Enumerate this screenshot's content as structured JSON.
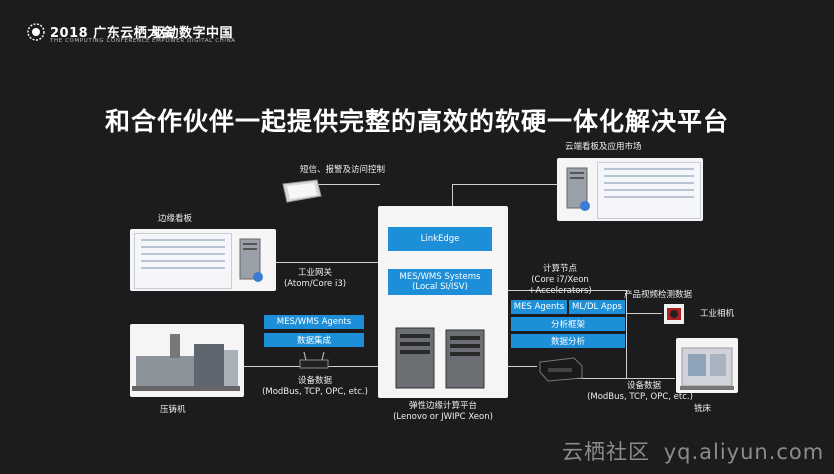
{
  "header": {
    "conference_title": "2018 广东云栖大会",
    "conference_subtitle": "THE COMPUTING CONFERENCE",
    "slogan": "驱动数字中国",
    "slogan_subtitle": "EMPOWER DIGITAL CHINA"
  },
  "title": "和合作伙伴一起提供完整的高效的软硬一体化解决平台",
  "center": {
    "linkedge": "LinkEdge",
    "mes_wms_line1": "MES/WMS Systems",
    "mes_wms_line2": "(Local SI/ISV)",
    "platform_label": "弹性边缘计算平台",
    "platform_sub": "(Lenovo or JWIPC Xeon)"
  },
  "top_left": {
    "label": "短信、报警及访问控制"
  },
  "top_right": {
    "label": "云端看板及应用市场"
  },
  "edge_board": {
    "label": "边缘看板"
  },
  "gateway": {
    "label_line1": "工业网关",
    "label_line2": "(Atom/Core i3)",
    "mes_agents": "MES/WMS Agents",
    "data_integration": "数据集成"
  },
  "device_data_left": {
    "label": "设备数据",
    "protocols": "(ModBus, TCP, OPC, etc.)"
  },
  "die_casting": {
    "label": "压铸机"
  },
  "compute_node": {
    "label_line1": "计算节点",
    "label_line2": "(Core i7/Xeon",
    "label_line3": "+Accelerators)",
    "mes_agents": "MES Agents",
    "ml_apps": "ML/DL Apps",
    "framework": "分析框架",
    "analysis": "数据分析"
  },
  "video_inspection": {
    "label": "产品视频检测数据"
  },
  "camera": {
    "label": "工业相机"
  },
  "device_data_right": {
    "label": "设备数据",
    "protocols": "(ModBus, TCP, OPC, etc.)"
  },
  "milling": {
    "label": "铣床"
  },
  "watermark": {
    "brand": "云栖社区",
    "domain": "yq.aliyun.com"
  },
  "colors": {
    "accent_blue": "#1d8fd8",
    "background": "#1c1c1e"
  }
}
